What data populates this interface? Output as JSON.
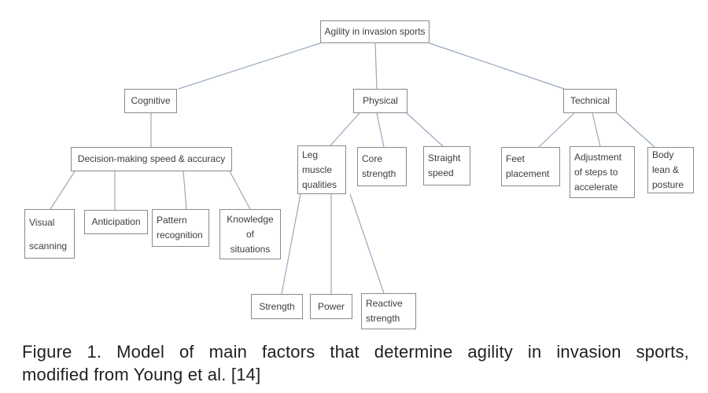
{
  "figure": {
    "nodes": {
      "root": {
        "label": "Agility in invasion sports"
      },
      "cognitive": {
        "label": "Cognitive"
      },
      "physical": {
        "label": "Physical"
      },
      "technical": {
        "label": "Technical"
      },
      "decision": {
        "label": "Decision-making speed & accuracy"
      },
      "visual_scanning": {
        "lines": [
          "Visual",
          "scanning"
        ]
      },
      "anticipation": {
        "label": "Anticipation"
      },
      "pattern_recognition": {
        "lines": [
          "Pattern",
          "recognition"
        ]
      },
      "knowledge_of_situations": {
        "lines": [
          "Knowledge",
          "of",
          "situations"
        ]
      },
      "leg_muscle_qualities": {
        "lines": [
          "Leg",
          "muscle",
          "qualities"
        ]
      },
      "core_strength": {
        "lines": [
          "Core",
          "strength"
        ]
      },
      "straight_speed": {
        "lines": [
          "Straight",
          "speed"
        ]
      },
      "strength": {
        "label": "Strength"
      },
      "power": {
        "label": "Power"
      },
      "reactive_strength": {
        "lines": [
          "Reactive",
          "strength"
        ]
      },
      "feet_placement": {
        "lines": [
          "Feet",
          "placement"
        ]
      },
      "adjustment_of_steps": {
        "lines": [
          "Adjustment",
          "of steps to",
          "accelerate"
        ]
      },
      "body_lean_posture": {
        "lines": [
          "Body",
          "lean &",
          "posture"
        ]
      }
    },
    "colors": {
      "connector": "#97a9be",
      "box_border": "#8a8a8a",
      "box_text": "#3d3d3d",
      "caption_text": "#1f1f1f",
      "background": "#ffffff"
    }
  },
  "caption": {
    "line1": "Figure 1. Model of main factors that determine agility in invasion sports,",
    "line2": "modified from Young et al. [14]"
  }
}
